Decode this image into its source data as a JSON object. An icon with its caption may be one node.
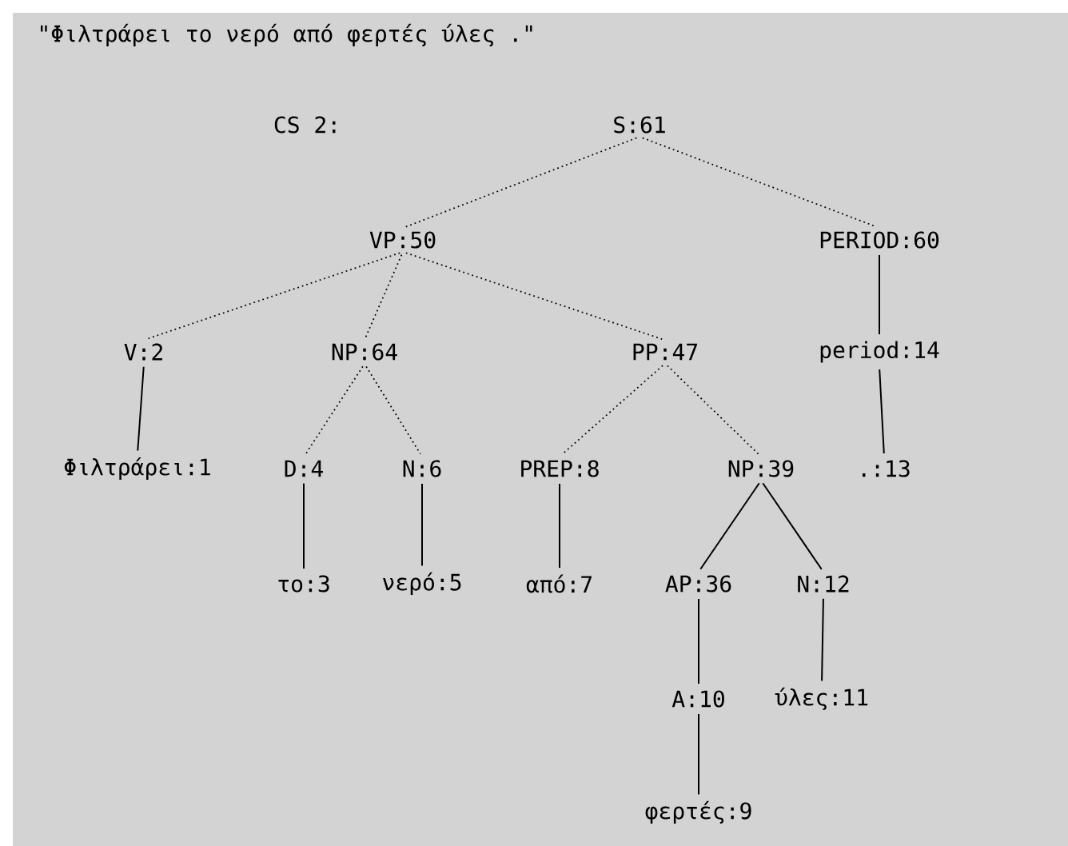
{
  "diagram": {
    "title": "\"Φιλτράρει το νερό από φερτές ύλες .\"",
    "nodes": [
      {
        "text": [
          "S:61"
        ]
      },
      {
        "text": [
          "VP:50"
        ]
      },
      {
        "text": [
          "PERIOD:60"
        ]
      },
      {
        "text": [
          "V:2"
        ]
      },
      {
        "text": [
          "NP:64"
        ]
      },
      {
        "text": [
          "PP:47"
        ]
      },
      {
        "text": [
          "period:14"
        ]
      },
      {
        "text": [
          "Φιλτράρει:1"
        ]
      },
      {
        "text": [
          "D:4"
        ]
      },
      {
        "text": [
          "N:6"
        ]
      },
      {
        "text": [
          "PREP:8"
        ]
      },
      {
        "text": [
          "NP:39"
        ]
      },
      {
        "text": [
          ".:13"
        ]
      },
      {
        "text": [
          "το:3"
        ]
      },
      {
        "text": [
          "νερό:5"
        ]
      },
      {
        "text": [
          "από:7"
        ]
      },
      {
        "text": [
          "AP:36"
        ]
      },
      {
        "text": [
          "N:12"
        ]
      },
      {
        "text": [
          "A:10"
        ]
      },
      {
        "text": [
          "ύλες:11"
        ]
      },
      {
        "text": [
          "φερτές:9"
        ]
      }
    ],
    "edges": [
      {
        "from": 0,
        "to": 1,
        "arrow": "none",
        "style": "dashed"
      },
      {
        "from": 0,
        "to": 2,
        "arrow": "none",
        "style": "dashed"
      },
      {
        "from": 1,
        "to": 3,
        "arrow": "none",
        "style": "dashed"
      },
      {
        "from": 1,
        "to": 4,
        "arrow": "none",
        "style": "dashed"
      },
      {
        "from": 1,
        "to": 5,
        "arrow": "none",
        "style": "dashed"
      },
      {
        "from": 2,
        "to": 6,
        "arrow": "none"
      },
      {
        "from": 3,
        "to": 7,
        "arrow": "none"
      },
      {
        "from": 4,
        "to": 8,
        "arrow": "none",
        "style": "dashed"
      },
      {
        "from": 4,
        "to": 9,
        "arrow": "none",
        "style": "dashed"
      },
      {
        "from": 5,
        "to": 10,
        "arrow": "none",
        "style": "dashed"
      },
      {
        "from": 5,
        "to": 11,
        "arrow": "none",
        "style": "dashed"
      },
      {
        "from": 6,
        "to": 12,
        "arrow": "none"
      },
      {
        "from": 8,
        "to": 13,
        "arrow": "none"
      },
      {
        "from": 9,
        "to": 14,
        "arrow": "none"
      },
      {
        "from": 10,
        "to": 15,
        "arrow": "none"
      },
      {
        "from": 11,
        "to": 16,
        "arrow": "none"
      },
      {
        "from": 11,
        "to": 17,
        "arrow": "none"
      },
      {
        "from": 16,
        "to": 18,
        "arrow": "none"
      },
      {
        "from": 17,
        "to": 19,
        "arrow": "none"
      },
      {
        "from": 18,
        "to": 20,
        "arrow": "none"
      }
    ],
    "labels": [
      "CS 2:"
    ]
  }
}
